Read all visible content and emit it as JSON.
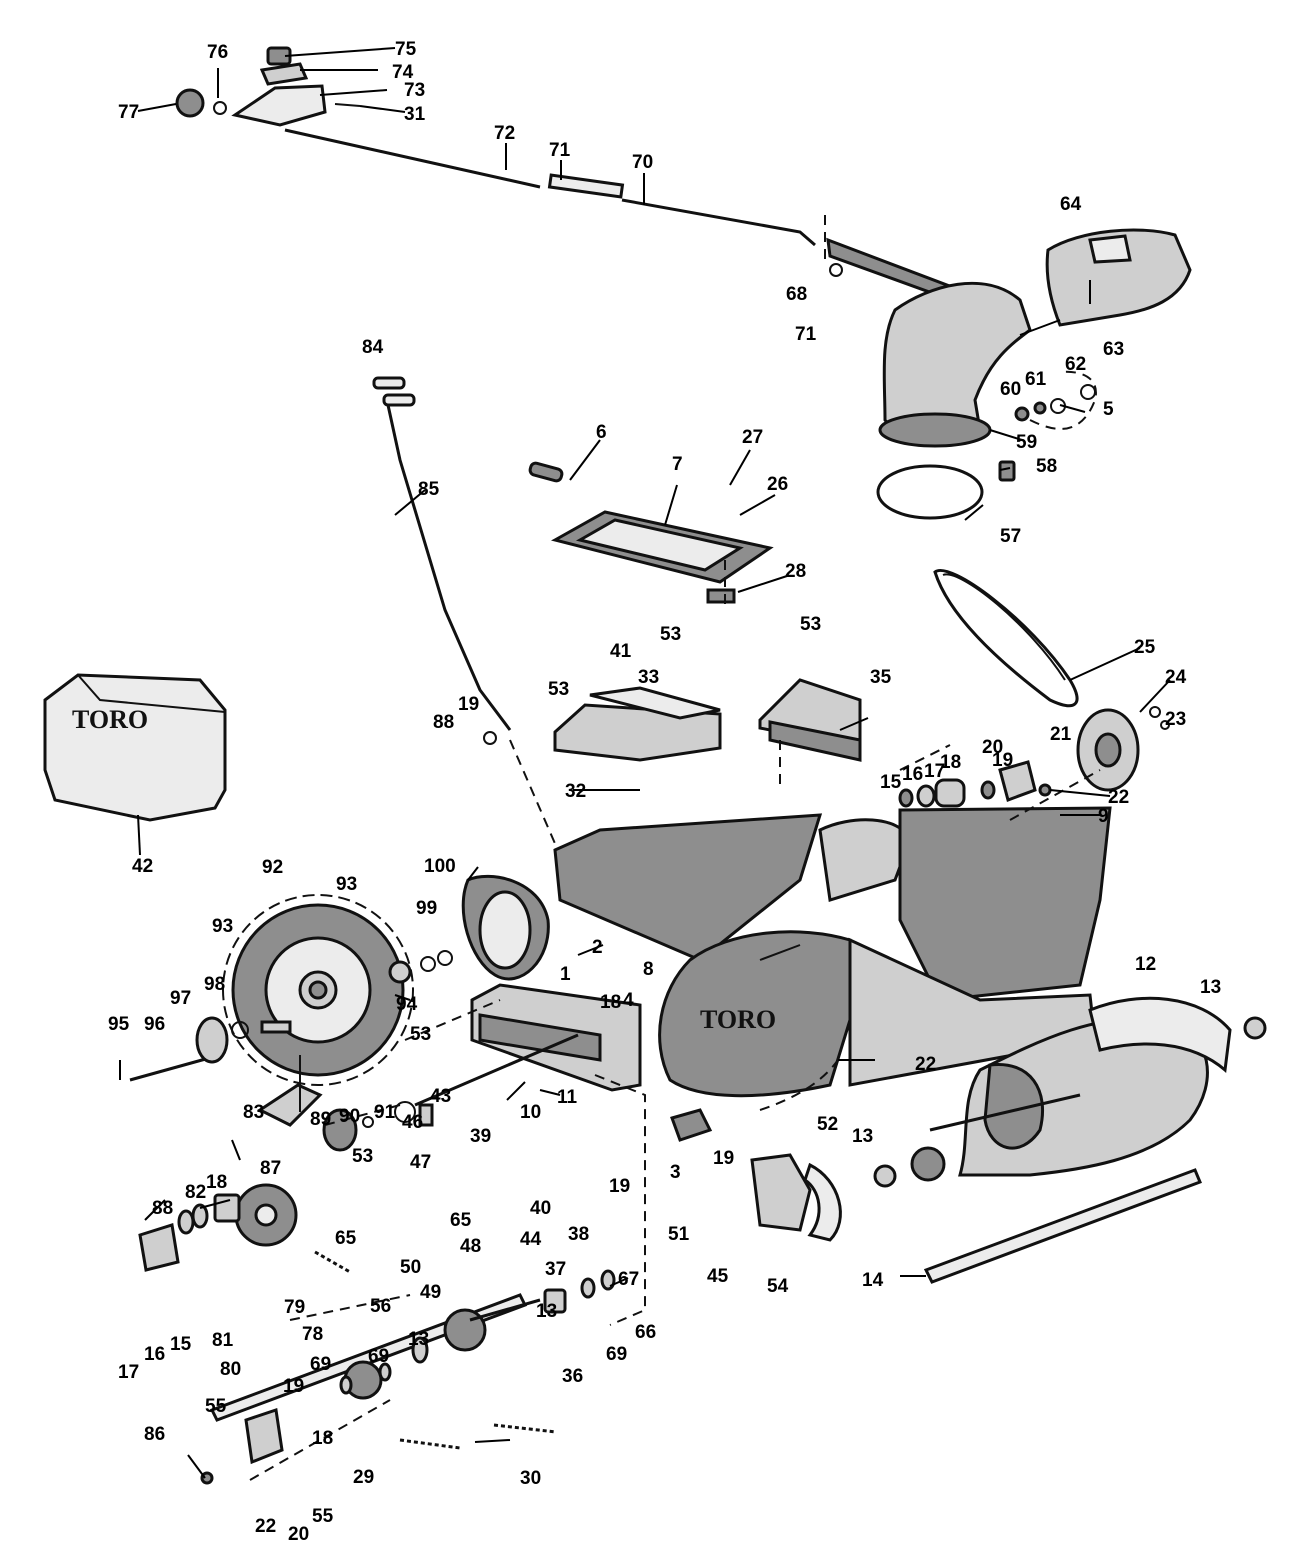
{
  "logos": {
    "cover": "TORO",
    "housing": "TORO"
  },
  "callouts": [
    {
      "id": "c75",
      "text": "75"
    },
    {
      "id": "c76",
      "text": "76"
    },
    {
      "id": "c74",
      "text": "74"
    },
    {
      "id": "c77",
      "text": "77"
    },
    {
      "id": "c73",
      "text": "73"
    },
    {
      "id": "c31",
      "text": "31"
    },
    {
      "id": "c72",
      "text": "72"
    },
    {
      "id": "c71a",
      "text": "71"
    },
    {
      "id": "c70",
      "text": "70"
    },
    {
      "id": "c64",
      "text": "64"
    },
    {
      "id": "c68",
      "text": "68"
    },
    {
      "id": "c71b",
      "text": "71"
    },
    {
      "id": "c62",
      "text": "62"
    },
    {
      "id": "c63",
      "text": "63"
    },
    {
      "id": "c84",
      "text": "84"
    },
    {
      "id": "c60",
      "text": "60"
    },
    {
      "id": "c61",
      "text": "61"
    },
    {
      "id": "c5",
      "text": "5"
    },
    {
      "id": "c59",
      "text": "59"
    },
    {
      "id": "c6",
      "text": "6"
    },
    {
      "id": "c27",
      "text": "27"
    },
    {
      "id": "c7",
      "text": "7"
    },
    {
      "id": "c26",
      "text": "26"
    },
    {
      "id": "c85",
      "text": "85"
    },
    {
      "id": "c58",
      "text": "58"
    },
    {
      "id": "c57",
      "text": "57"
    },
    {
      "id": "c28",
      "text": "28"
    },
    {
      "id": "c53a",
      "text": "53"
    },
    {
      "id": "c53b",
      "text": "53"
    },
    {
      "id": "c25",
      "text": "25"
    },
    {
      "id": "c41",
      "text": "41"
    },
    {
      "id": "c33",
      "text": "33"
    },
    {
      "id": "c53c",
      "text": "53"
    },
    {
      "id": "c35",
      "text": "35"
    },
    {
      "id": "c24",
      "text": "24"
    },
    {
      "id": "c19a",
      "text": "19"
    },
    {
      "id": "c88a",
      "text": "88"
    },
    {
      "id": "c23",
      "text": "23"
    },
    {
      "id": "c21",
      "text": "21"
    },
    {
      "id": "c20a",
      "text": "20"
    },
    {
      "id": "c19b",
      "text": "19"
    },
    {
      "id": "c18a",
      "text": "18"
    },
    {
      "id": "c17a",
      "text": "17"
    },
    {
      "id": "c16a",
      "text": "16"
    },
    {
      "id": "c15a",
      "text": "15"
    },
    {
      "id": "c32",
      "text": "32"
    },
    {
      "id": "c22a",
      "text": "22"
    },
    {
      "id": "c9",
      "text": "9"
    },
    {
      "id": "c42",
      "text": "42"
    },
    {
      "id": "c92",
      "text": "92"
    },
    {
      "id": "c100",
      "text": "100"
    },
    {
      "id": "c93a",
      "text": "93"
    },
    {
      "id": "c93b",
      "text": "93"
    },
    {
      "id": "c99",
      "text": "99"
    },
    {
      "id": "c2",
      "text": "2"
    },
    {
      "id": "c1",
      "text": "1"
    },
    {
      "id": "c8",
      "text": "8"
    },
    {
      "id": "c12",
      "text": "12"
    },
    {
      "id": "c97",
      "text": "97"
    },
    {
      "id": "c98",
      "text": "98"
    },
    {
      "id": "c18b",
      "text": "18"
    },
    {
      "id": "c4",
      "text": "4"
    },
    {
      "id": "c13a",
      "text": "13"
    },
    {
      "id": "c94",
      "text": "94"
    },
    {
      "id": "c95",
      "text": "95"
    },
    {
      "id": "c96",
      "text": "96"
    },
    {
      "id": "c53d",
      "text": "53"
    },
    {
      "id": "c43",
      "text": "43"
    },
    {
      "id": "c22b",
      "text": "22"
    },
    {
      "id": "c11",
      "text": "11"
    },
    {
      "id": "c10",
      "text": "10"
    },
    {
      "id": "c83",
      "text": "83"
    },
    {
      "id": "c89",
      "text": "89"
    },
    {
      "id": "c90",
      "text": "90"
    },
    {
      "id": "c91",
      "text": "91"
    },
    {
      "id": "c46",
      "text": "46"
    },
    {
      "id": "c39",
      "text": "39"
    },
    {
      "id": "c52",
      "text": "52"
    },
    {
      "id": "c87",
      "text": "87"
    },
    {
      "id": "c13b",
      "text": "13"
    },
    {
      "id": "c47",
      "text": "47"
    },
    {
      "id": "c53e",
      "text": "53"
    },
    {
      "id": "c19c",
      "text": "19"
    },
    {
      "id": "c82",
      "text": "82"
    },
    {
      "id": "c18c",
      "text": "18"
    },
    {
      "id": "c40",
      "text": "40"
    },
    {
      "id": "c3",
      "text": "3"
    },
    {
      "id": "c19d",
      "text": "19"
    },
    {
      "id": "c88b",
      "text": "88"
    },
    {
      "id": "c65a",
      "text": "65"
    },
    {
      "id": "c65b",
      "text": "65"
    },
    {
      "id": "c44",
      "text": "44"
    },
    {
      "id": "c51",
      "text": "51"
    },
    {
      "id": "c48",
      "text": "48"
    },
    {
      "id": "c49",
      "text": "49"
    },
    {
      "id": "c50",
      "text": "50"
    },
    {
      "id": "c56",
      "text": "56"
    },
    {
      "id": "c38",
      "text": "38"
    },
    {
      "id": "c45",
      "text": "45"
    },
    {
      "id": "c54",
      "text": "54"
    },
    {
      "id": "c14",
      "text": "14"
    },
    {
      "id": "c37",
      "text": "37"
    },
    {
      "id": "c67",
      "text": "67"
    },
    {
      "id": "c79",
      "text": "79"
    },
    {
      "id": "c78",
      "text": "78"
    },
    {
      "id": "c15b",
      "text": "15"
    },
    {
      "id": "c16b",
      "text": "16"
    },
    {
      "id": "c81",
      "text": "81"
    },
    {
      "id": "c17b",
      "text": "17"
    },
    {
      "id": "c80",
      "text": "80"
    },
    {
      "id": "c13c",
      "text": "13"
    },
    {
      "id": "c66",
      "text": "66"
    },
    {
      "id": "c69a",
      "text": "69"
    },
    {
      "id": "c13d",
      "text": "13"
    },
    {
      "id": "c69b",
      "text": "69"
    },
    {
      "id": "c69c",
      "text": "69"
    },
    {
      "id": "c36",
      "text": "36"
    },
    {
      "id": "c55a",
      "text": "55"
    },
    {
      "id": "c19e",
      "text": "19"
    },
    {
      "id": "c18d",
      "text": "18"
    },
    {
      "id": "c86",
      "text": "86"
    },
    {
      "id": "c29",
      "text": "29"
    },
    {
      "id": "c30",
      "text": "30"
    },
    {
      "id": "c22c",
      "text": "22"
    },
    {
      "id": "c20b",
      "text": "20"
    },
    {
      "id": "c55b",
      "text": "55"
    }
  ]
}
